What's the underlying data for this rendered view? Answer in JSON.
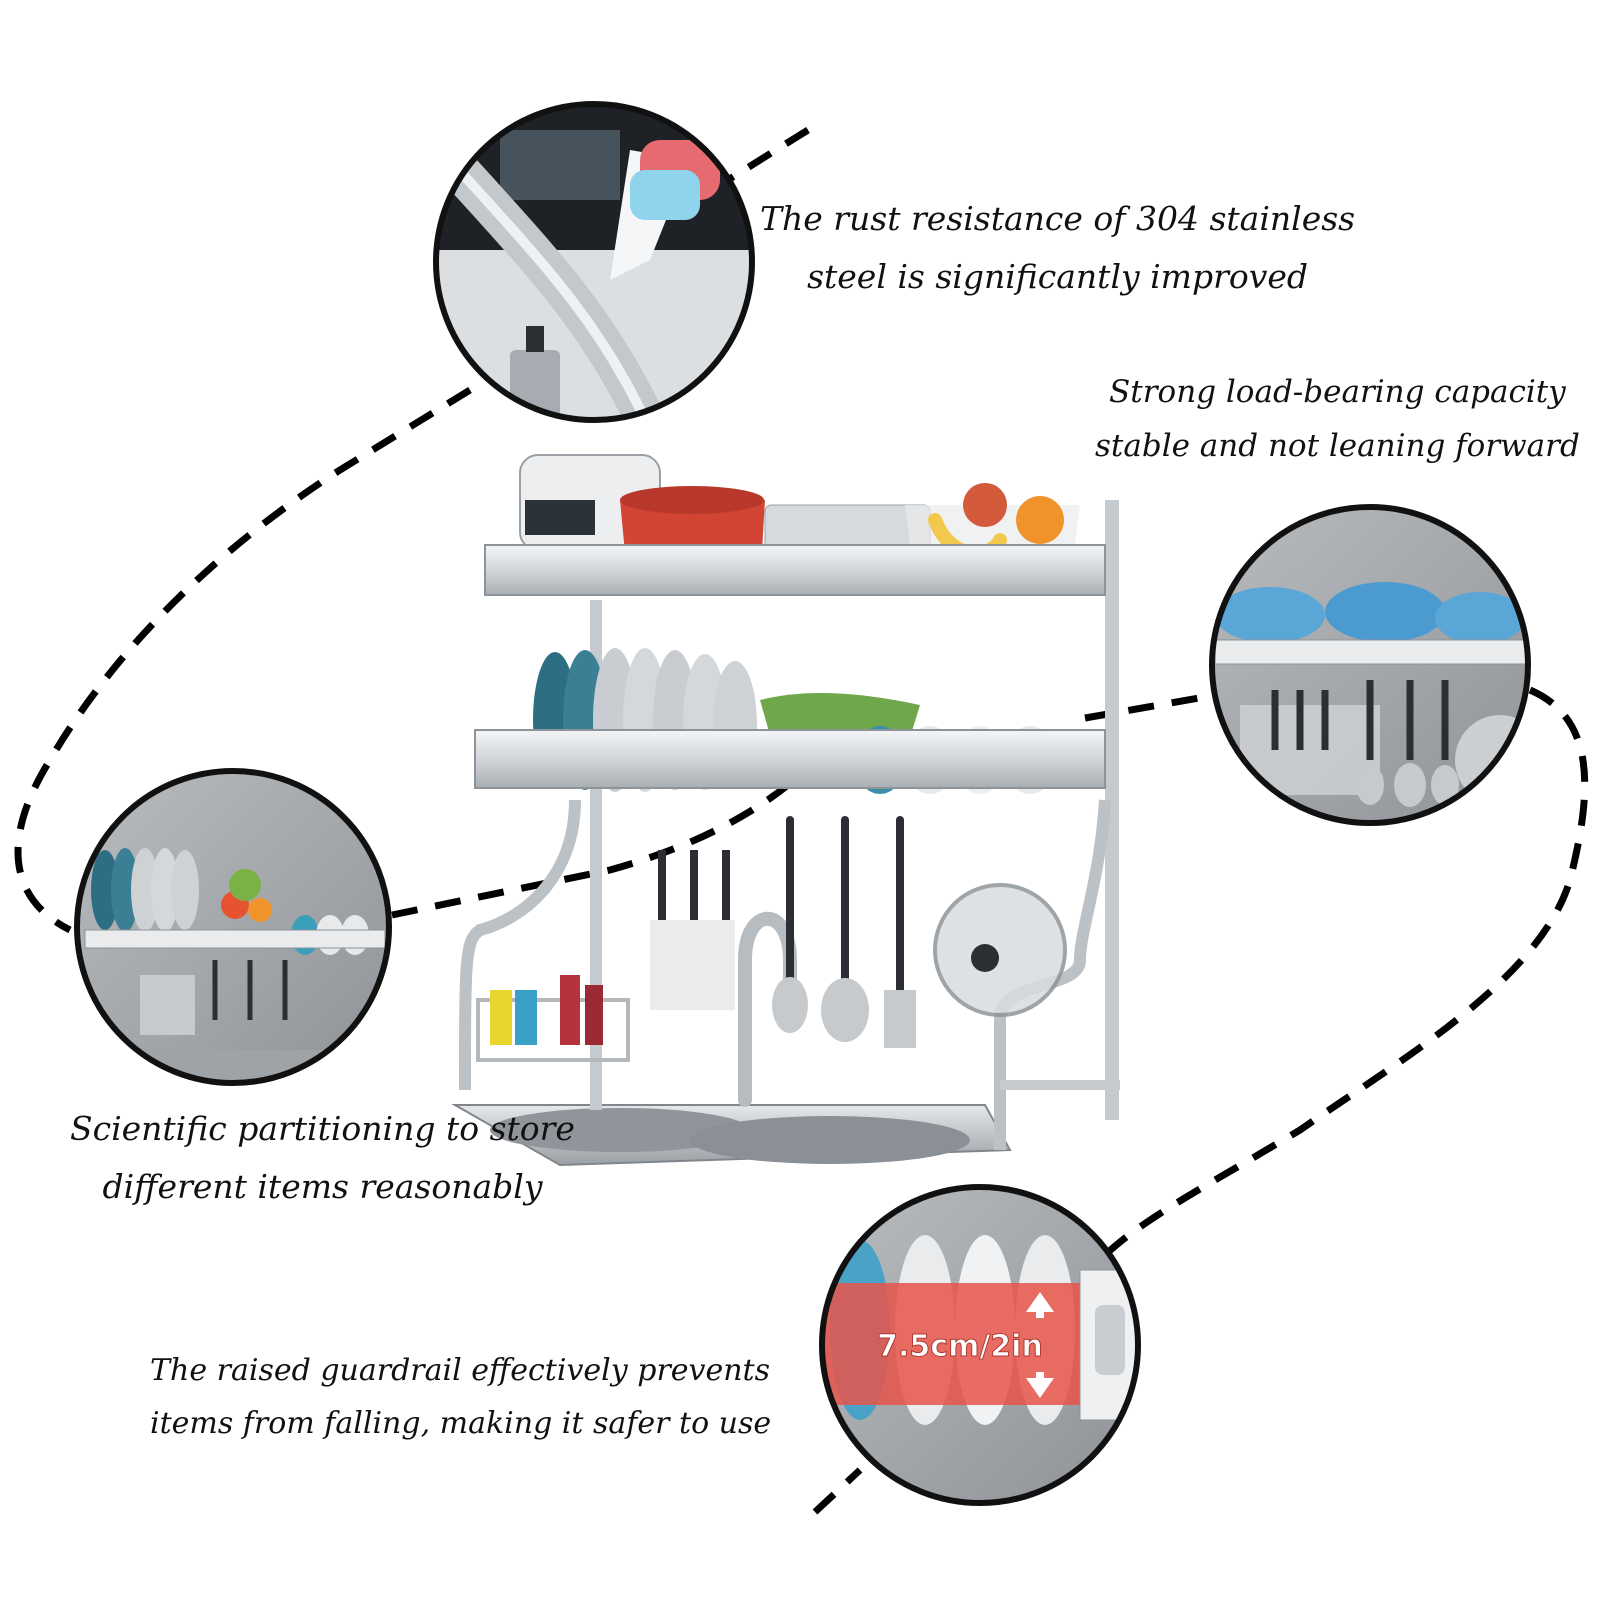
{
  "colors": {
    "background": "#ffffff",
    "dash_line": "#000000",
    "steel": "#c8ccd0",
    "badge_red": "#e8554a"
  },
  "captions": {
    "rust": {
      "line1": "The rust resistance of 304 stainless",
      "line2": "steel is significantly improved"
    },
    "load": {
      "line1": "Strong load-bearing capacity",
      "line2": "stable and not leaning forward"
    },
    "partition": {
      "line1": "Scientific partitioning to store",
      "line2": "different items reasonably"
    },
    "guardrail": {
      "line1": "The raised guardrail effectively prevents",
      "line2": "items from falling, making it safer to use"
    }
  },
  "detail_badge": "7.5cm/2in"
}
